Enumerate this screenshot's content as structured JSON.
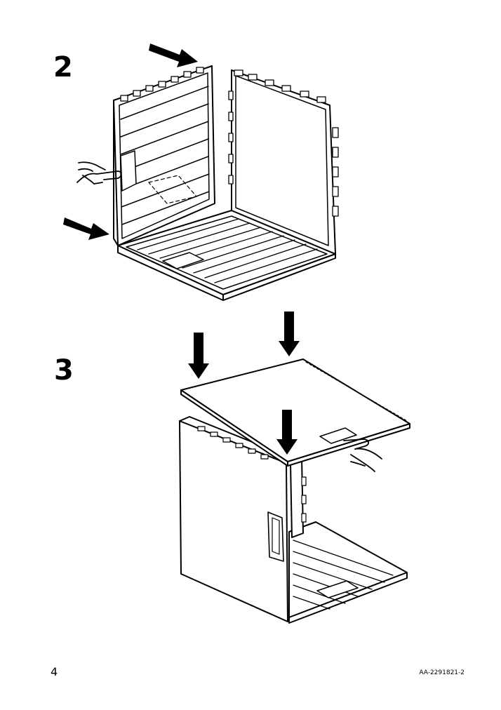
{
  "steps": [
    {
      "number": "2",
      "icons": [
        "arrow-icon",
        "arrow-icon",
        "hand-icon"
      ]
    },
    {
      "number": "3",
      "icons": [
        "arrow-down-icon",
        "arrow-down-icon",
        "arrow-down-icon",
        "hand-icon"
      ]
    }
  ],
  "footer": {
    "page_number": "4",
    "document_code": "AA-2291821-2"
  }
}
